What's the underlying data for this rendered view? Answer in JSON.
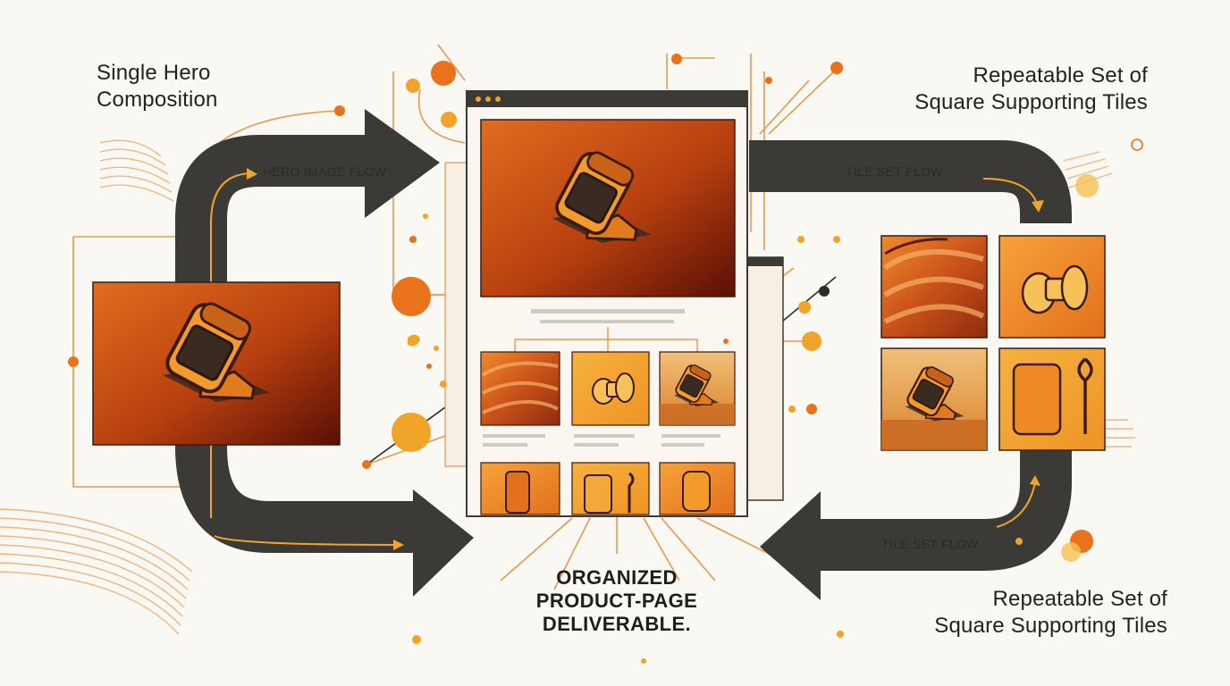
{
  "labels": {
    "hero_heading": "Single Hero\nComposition",
    "tiles_heading_top": "Repeatable Set of\nSquare Supporting Tiles",
    "tiles_heading_bottom": "Repeatable Set of\nSquare Supporting Tiles",
    "hero_flow": "HERO IMAGE FLOW",
    "tile_flow_top": "TILE SET FLOW",
    "tile_flow_bottom": "TILE SET FLOW",
    "deliverable": "ORGANIZED\nPRODUCT-PAGE\nDELIVERABLE."
  },
  "colors": {
    "arrow": "#3b3a37",
    "orange": "#e8731c",
    "amber": "#f0a42a",
    "dark_red": "#7a1e0c",
    "line": "#e39a4f",
    "background": "#faf8f2"
  },
  "icons": [
    "product-stand-icon",
    "control-knob-icon",
    "phone-case-icon",
    "lanyard-icon",
    "fabric-swatch-icon",
    "browser-dots-icon"
  ]
}
